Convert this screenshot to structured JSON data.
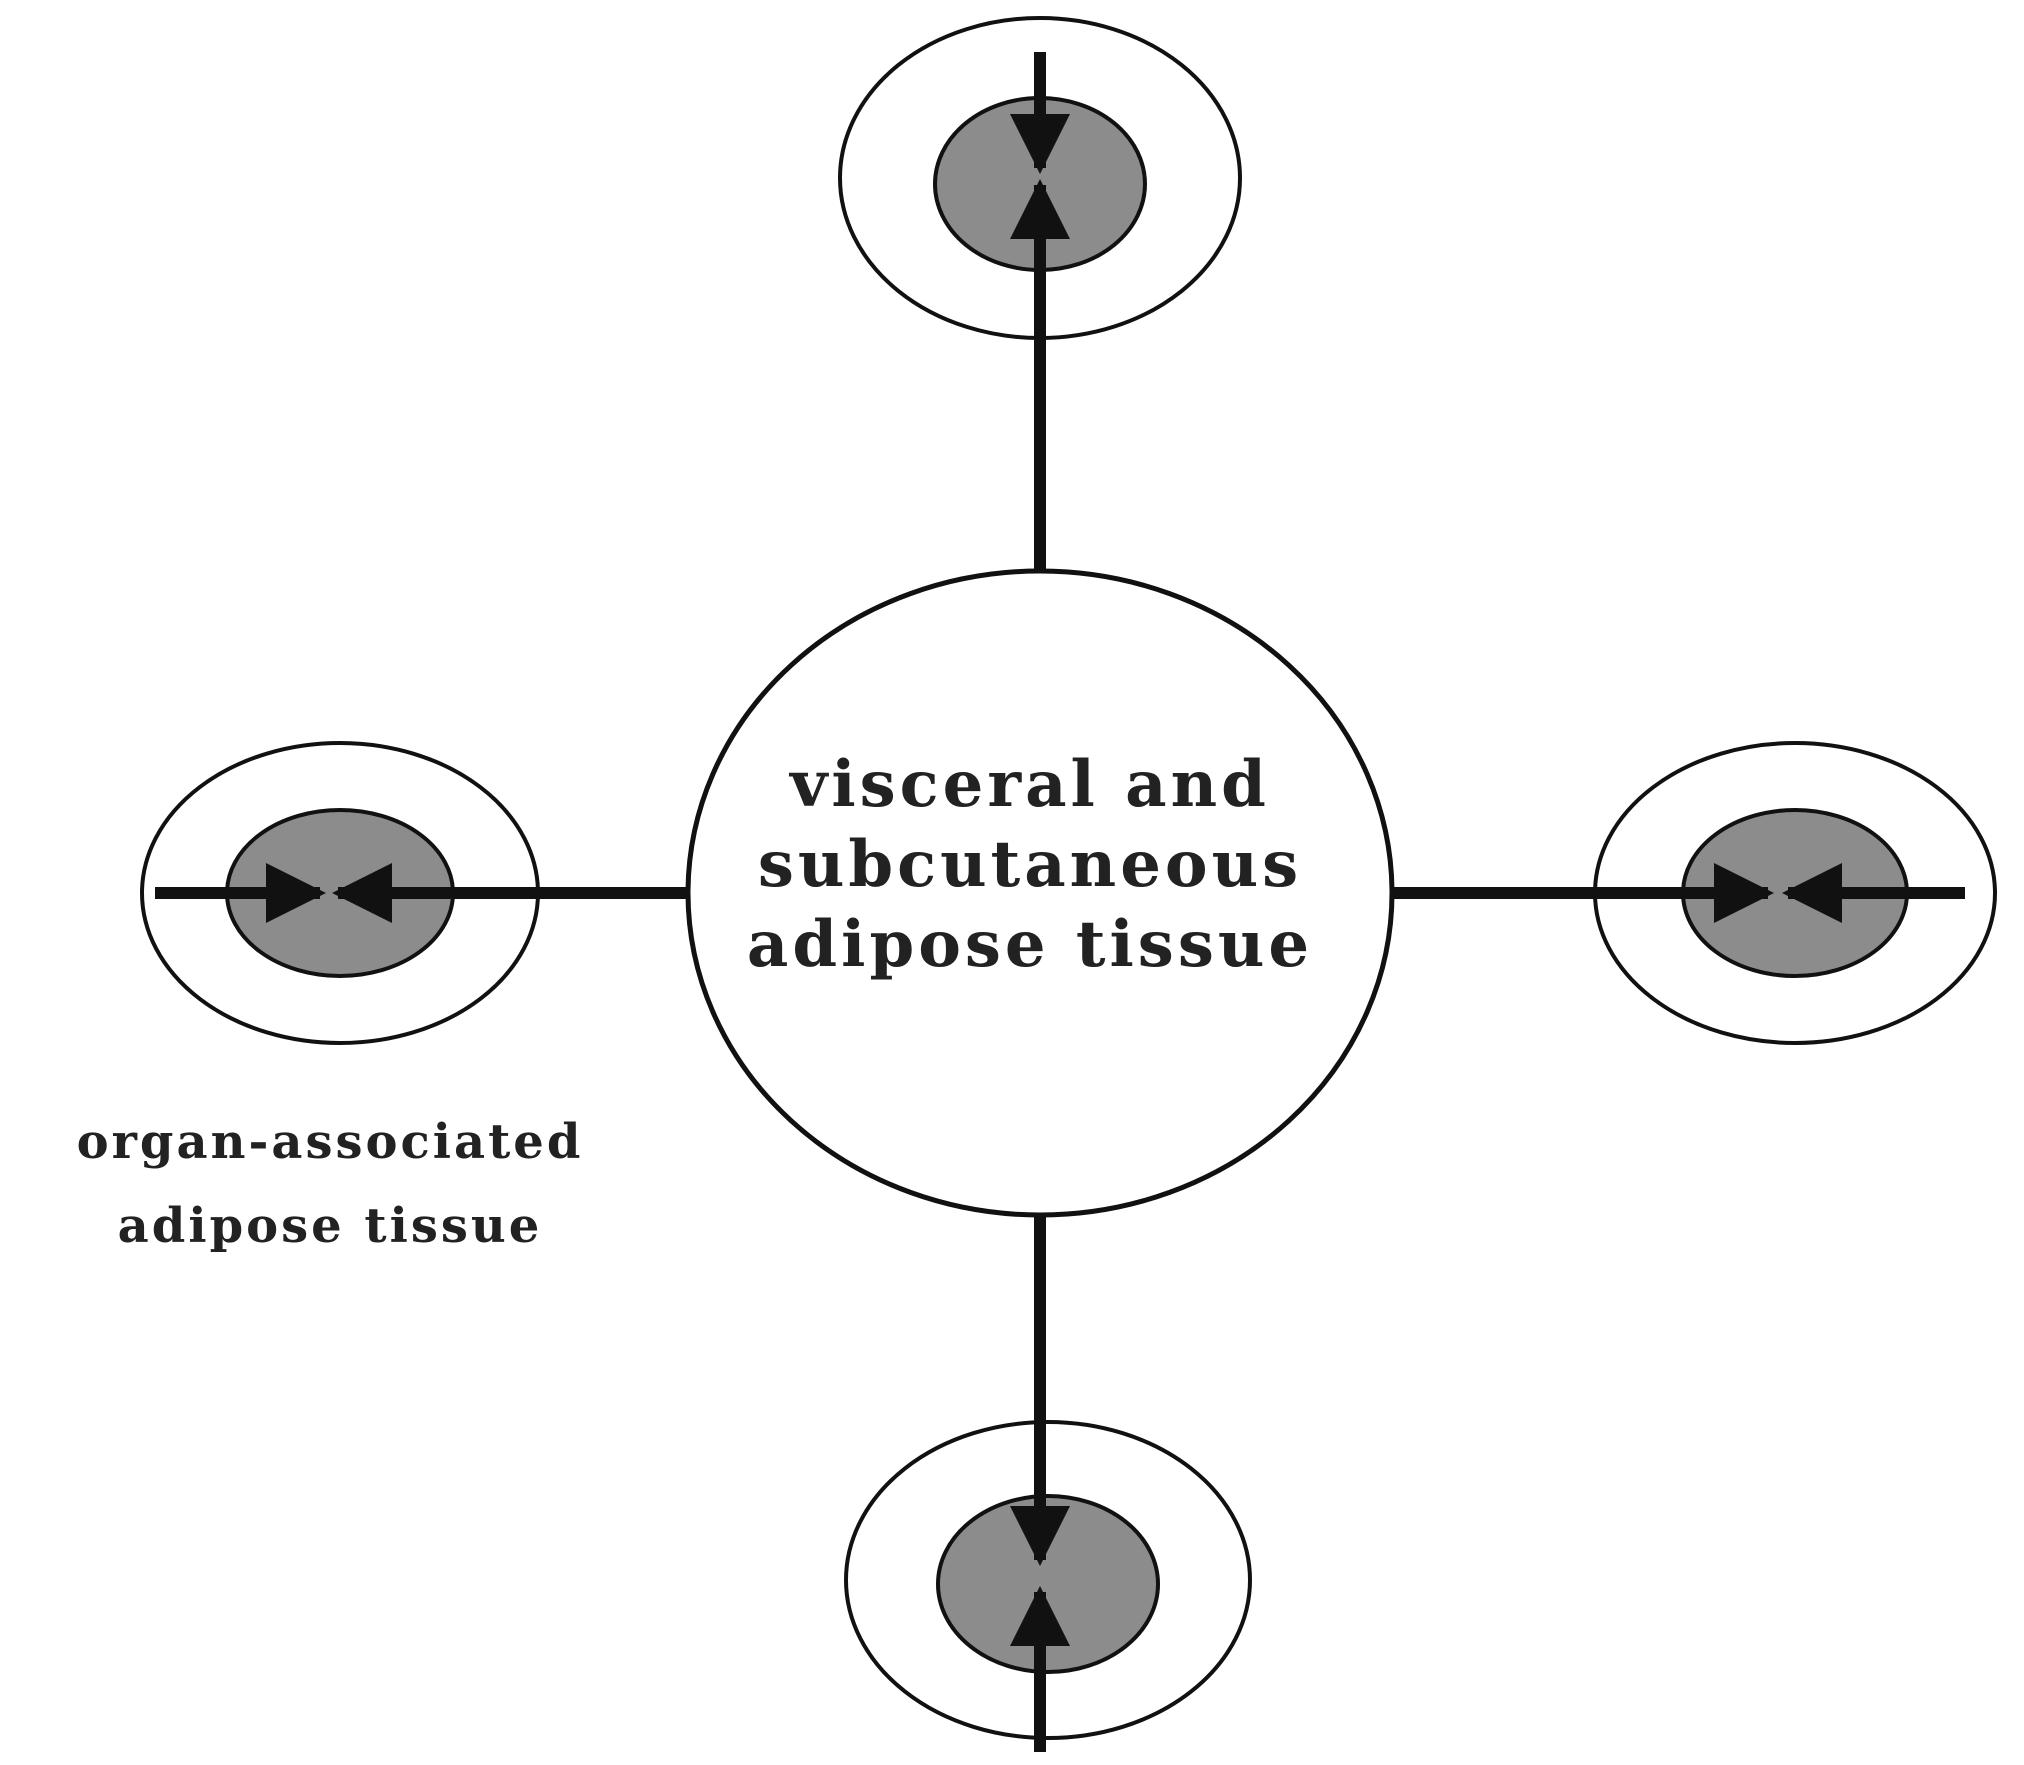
{
  "diagram": {
    "center_node": {
      "lines": [
        "visceral and",
        "subcutaneous",
        "adipose tissue"
      ]
    },
    "satellite_label": {
      "lines": [
        "organ-associated",
        "adipose tissue"
      ]
    },
    "colors": {
      "stroke": "#111111",
      "organ_fill": "#8c8c8c",
      "background": "#ffffff"
    }
  }
}
